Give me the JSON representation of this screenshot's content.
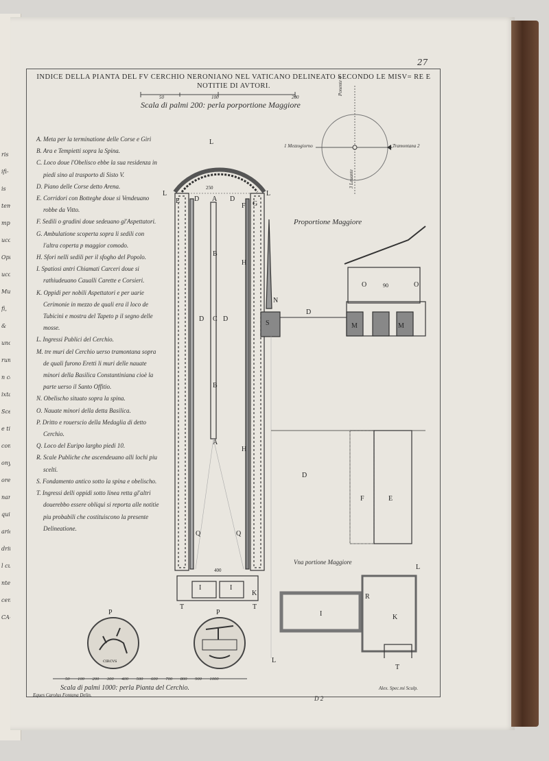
{
  "page_number": "27",
  "title": "INDICE DELLA PIANTA DEL FV CERCHIO NERONIANO NEL VATICANO DELINEATO SECONDO LE MISV= RE E NOTITIE DI AVTORI.",
  "scale_top": {
    "caption": "Scala di palmi 200: perla porportione Maggiore",
    "ticks": [
      "50",
      "100",
      "200"
    ]
  },
  "legend": [
    "A. Meta per la terminatione delle Corse e Giri",
    "B. Ara e Tempietti sopra la Spina.",
    "C. Loco doue l'Obelisco ebbe la sua residenza in piedi sino al trasporto di Sisto V.",
    "D. Piano delle Corse detto Arena.",
    "E. Corridori con Botteghe doue si Vendeuano robbe da Vitto.",
    "F. Sedili o gradini doue sedeuano gl'Aspettatori.",
    "G. Ambulatione scoperta sopra li sedili con l'altra coperta p maggior comodo.",
    "H. Sfori nelli sedili per il sfogho del Popolo.",
    "I. Spatiosi antri Chiamati Carceri doue si rathiudeuano Caualli Carette e Corsieri.",
    "K. Oppidi per nobili Aspettatori e per uarie Cerimonie in mezzo de quali era il loco de Tubicini e mostra del Tapeto p il segno delle mosse.",
    "L. Ingressi Publici del Cerchio.",
    "M. tre muri del Cerchio uerso tramontana sopra de quali furono Eretti li muri delle nauate minori della Basilica Constantiniana cioè la parte uerso il Santo Offitio.",
    "N. Obelischo situato sopra la spina.",
    "O. Nauate minori della detta Basilica.",
    "P. Dritto e rouerscio della Medaglia di detto Cerchio.",
    "Q. Loco del Euripo largho piedi 10.",
    "R. Scale Publiche che ascendeuano alli lochi piu scelti.",
    "S. Fondamento antico sotto la spina e obelischo.",
    "T. Ingressi delli oppidi sotto linea retta gl'altri douerebbo essere obliqui si reporta alle notitie piu probabili che costituiscono la presente Delineatione."
  ],
  "compass": {
    "south": "1 Mezzogiorno",
    "north": "Tramontana 2",
    "west": "Ponente 4",
    "east": "3 Leuante"
  },
  "plan_labels": {
    "L": "L",
    "A": "A",
    "B": "B",
    "C": "C",
    "D": "D",
    "E": "E",
    "F": "F",
    "G": "G",
    "H": "H",
    "I": "I",
    "K": "K",
    "M": "M",
    "N": "N",
    "O": "O",
    "P": "P",
    "Q": "Q",
    "R": "R",
    "S": "S",
    "T": "T",
    "dim_top": "250",
    "dim_bottom": "400",
    "dim_o": "90"
  },
  "section_titles": {
    "proportione": "Proportione Maggiore",
    "portione": "Vna portione Maggiore"
  },
  "scale_bottom": {
    "caption": "Scala di palmi 1000: perla Pianta del Cerchio.",
    "ticks": [
      "50",
      "100",
      "200",
      "300",
      "400",
      "500",
      "600",
      "700",
      "800",
      "900",
      "1000"
    ]
  },
  "credits": {
    "delineator": "Eques Carolus Fontana Delin.",
    "engraver": "Alex. Spec.mi Sculp.",
    "signature": "D 2"
  },
  "medal_text": "CIRCVS",
  "left_page_fragments": [
    "ris",
    "ifi-",
    "is",
    "tem-",
    "mpi",
    "ucci",
    "Opi-",
    "ucci",
    "Mu-",
    "fi,",
    "&",
    "unc",
    "rum",
    "n co-",
    "ixta",
    "Sce-",
    "e ti-",
    "com-",
    "onyr",
    "orec",
    "nam,",
    "quin",
    "ario",
    "drit",
    "l cu-",
    "ntea",
    "ceni",
    "CA-"
  ]
}
